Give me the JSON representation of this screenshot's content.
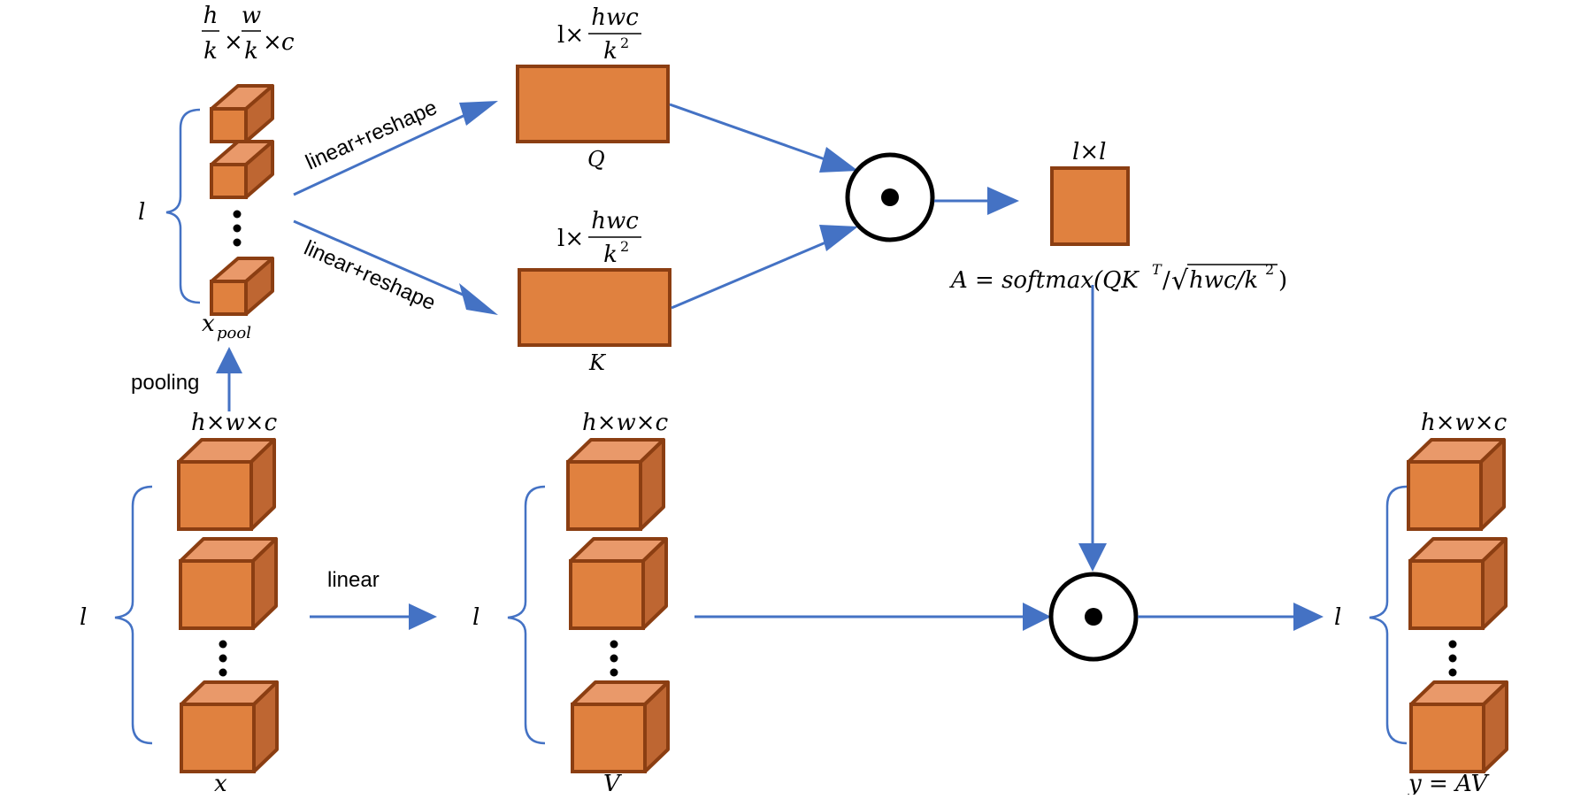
{
  "labels": {
    "pool_dims": "h/k × w/k × c",
    "pool_dims_parts": {
      "h": "h",
      "k": "k",
      "times": "×",
      "w": "w",
      "c": "c"
    },
    "l": "l",
    "x_pool": "x",
    "x_pool_sub": "pool",
    "pooling": "pooling",
    "input_dims": "h×w×c",
    "x": "x",
    "linear": "linear",
    "linear_reshape": "linear+reshape",
    "q_dims": "l× hwc/k²",
    "q_dims_parts": {
      "l_times": "l×",
      "num": "hwc",
      "den": "k",
      "exp": "2"
    },
    "Q": "Q",
    "K": "K",
    "v_dims": "h×w×c",
    "V": "V",
    "a_dims": "l×l",
    "attention_formula": "A = softmax(QKᵀ/√(hwc/k²))",
    "formula_parts": {
      "lhs": "A = softmax(QK",
      "T": "T",
      "slash": "/",
      "sqrt_sym": "√",
      "under": "hwc/k",
      "sq": "2",
      "close": ")"
    },
    "out_dims": "h×w×c",
    "output": "y = AV",
    "odot_dot": "•"
  }
}
